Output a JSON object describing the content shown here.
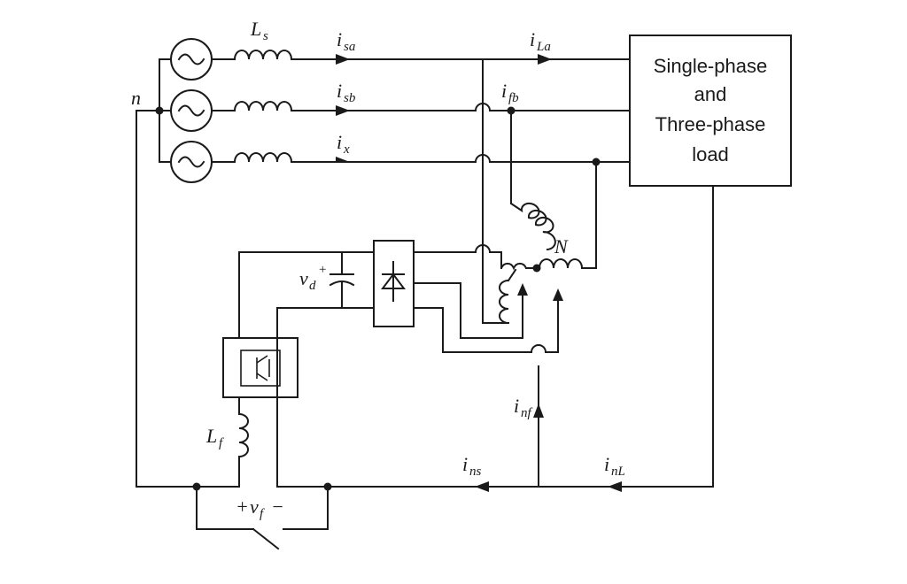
{
  "labels": {
    "neutral_n": "n",
    "source_inductor": "L",
    "source_inductor_sub": "s",
    "i_sa": "i",
    "i_sa_sub": "sa",
    "i_sb": "i",
    "i_sb_sub": "sb",
    "i_x": "i",
    "i_x_sub": "x",
    "i_La": "i",
    "i_La_sub": "La",
    "i_fb": "i",
    "i_fb_sub": "fb",
    "zigzag_N": "N",
    "v_d": "v",
    "v_d_sub": "d",
    "v_d_sign": "+",
    "L_f": "L",
    "L_f_sub": "f",
    "i_nf": "i",
    "i_nf_sub": "nf",
    "i_ns": "i",
    "i_ns_sub": "ns",
    "i_nL": "i",
    "i_nL_sub": "nL",
    "v_f_plus": "+",
    "v_f": "v",
    "v_f_sub": "f",
    "v_f_minus": "−"
  },
  "load_box": {
    "line1": "Single-phase",
    "line2": "and",
    "line3": "Three-phase",
    "line4": "load"
  }
}
